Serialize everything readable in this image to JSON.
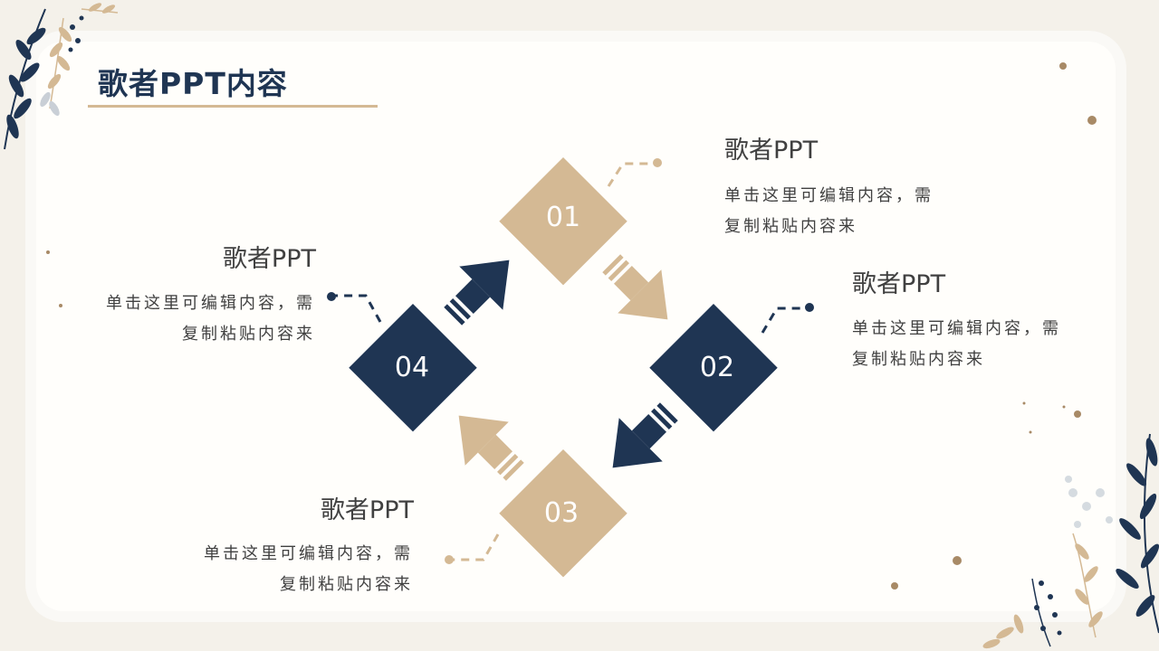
{
  "title": "歌者PPT内容",
  "steps": [
    {
      "number": "01",
      "title": "歌者PPT",
      "desc_line1": "单击这里可编辑内容，需",
      "desc_line2": "复制粘贴内容来"
    },
    {
      "number": "02",
      "title": "歌者PPT",
      "desc_line1": "单击这里可编辑内容，需",
      "desc_line2": "复制粘贴内容来"
    },
    {
      "number": "03",
      "title": "歌者PPT",
      "desc_line1": "单击这里可编辑内容，需",
      "desc_line2": "复制粘贴内容来"
    },
    {
      "number": "04",
      "title": "歌者PPT",
      "desc_line1": "单击这里可编辑内容，需",
      "desc_line2": "复制粘贴内容来"
    }
  ],
  "colors": {
    "navy": "#1f3553",
    "tan": "#d4b994",
    "text": "#404040",
    "background": "#f4f1ea"
  },
  "decorations": [
    "leaf-branch-icon",
    "dot-icon"
  ]
}
